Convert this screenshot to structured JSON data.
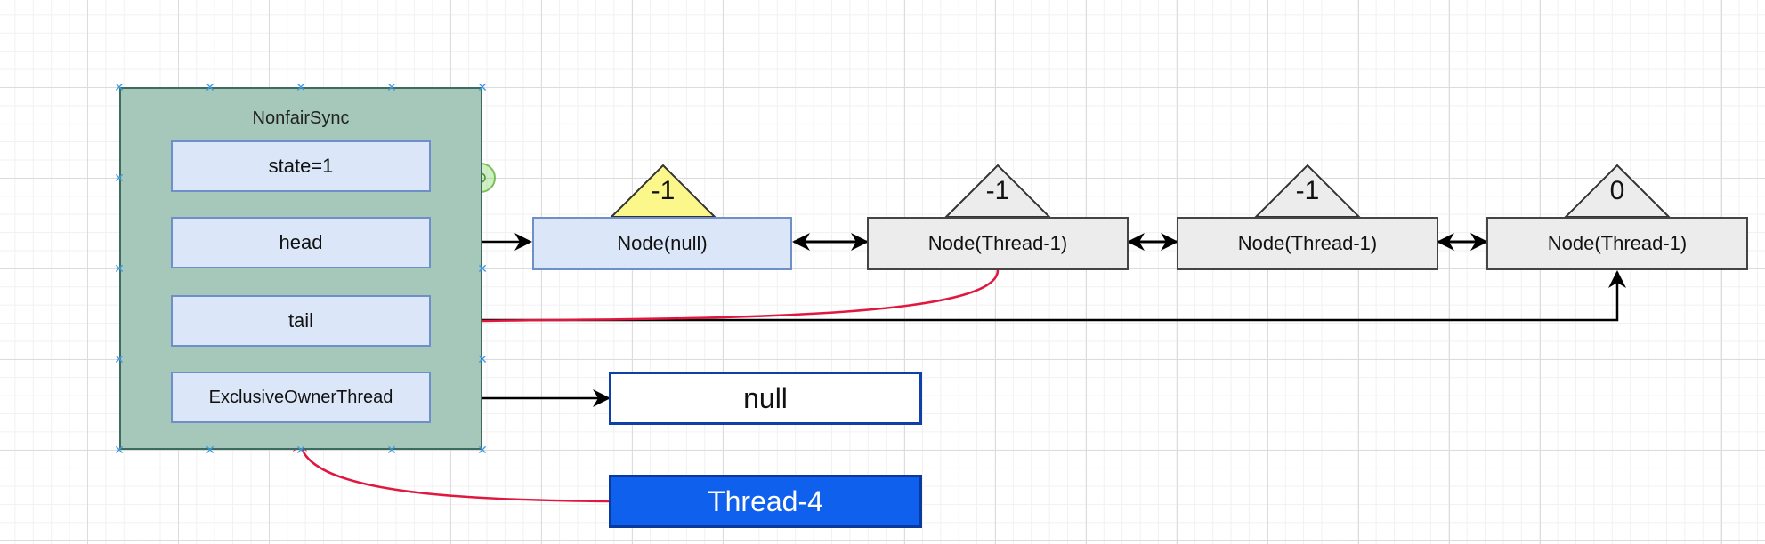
{
  "container": {
    "title": "NonfairSync"
  },
  "fields": {
    "state": "state=1",
    "head": "head",
    "tail": "tail",
    "owner": "ExclusiveOwnerThread"
  },
  "nodes": [
    {
      "label": "Node(null)",
      "waitStatus": "-1",
      "triangle_color": "#fbf78a"
    },
    {
      "label": "Node(Thread-1)",
      "waitStatus": "-1",
      "triangle_color": "#ececec"
    },
    {
      "label": "Node(Thread-1)",
      "waitStatus": "-1",
      "triangle_color": "#ececec"
    },
    {
      "label": "Node(Thread-1)",
      "waitStatus": "0",
      "triangle_color": "#ececec"
    }
  ],
  "null_box": {
    "label": "null"
  },
  "thread_box": {
    "label": "Thread-4",
    "color": "#1060ee"
  },
  "colors": {
    "arrow": "#000000",
    "red_arrow": "#e01840",
    "selection_handle": "#3f9ae0"
  }
}
